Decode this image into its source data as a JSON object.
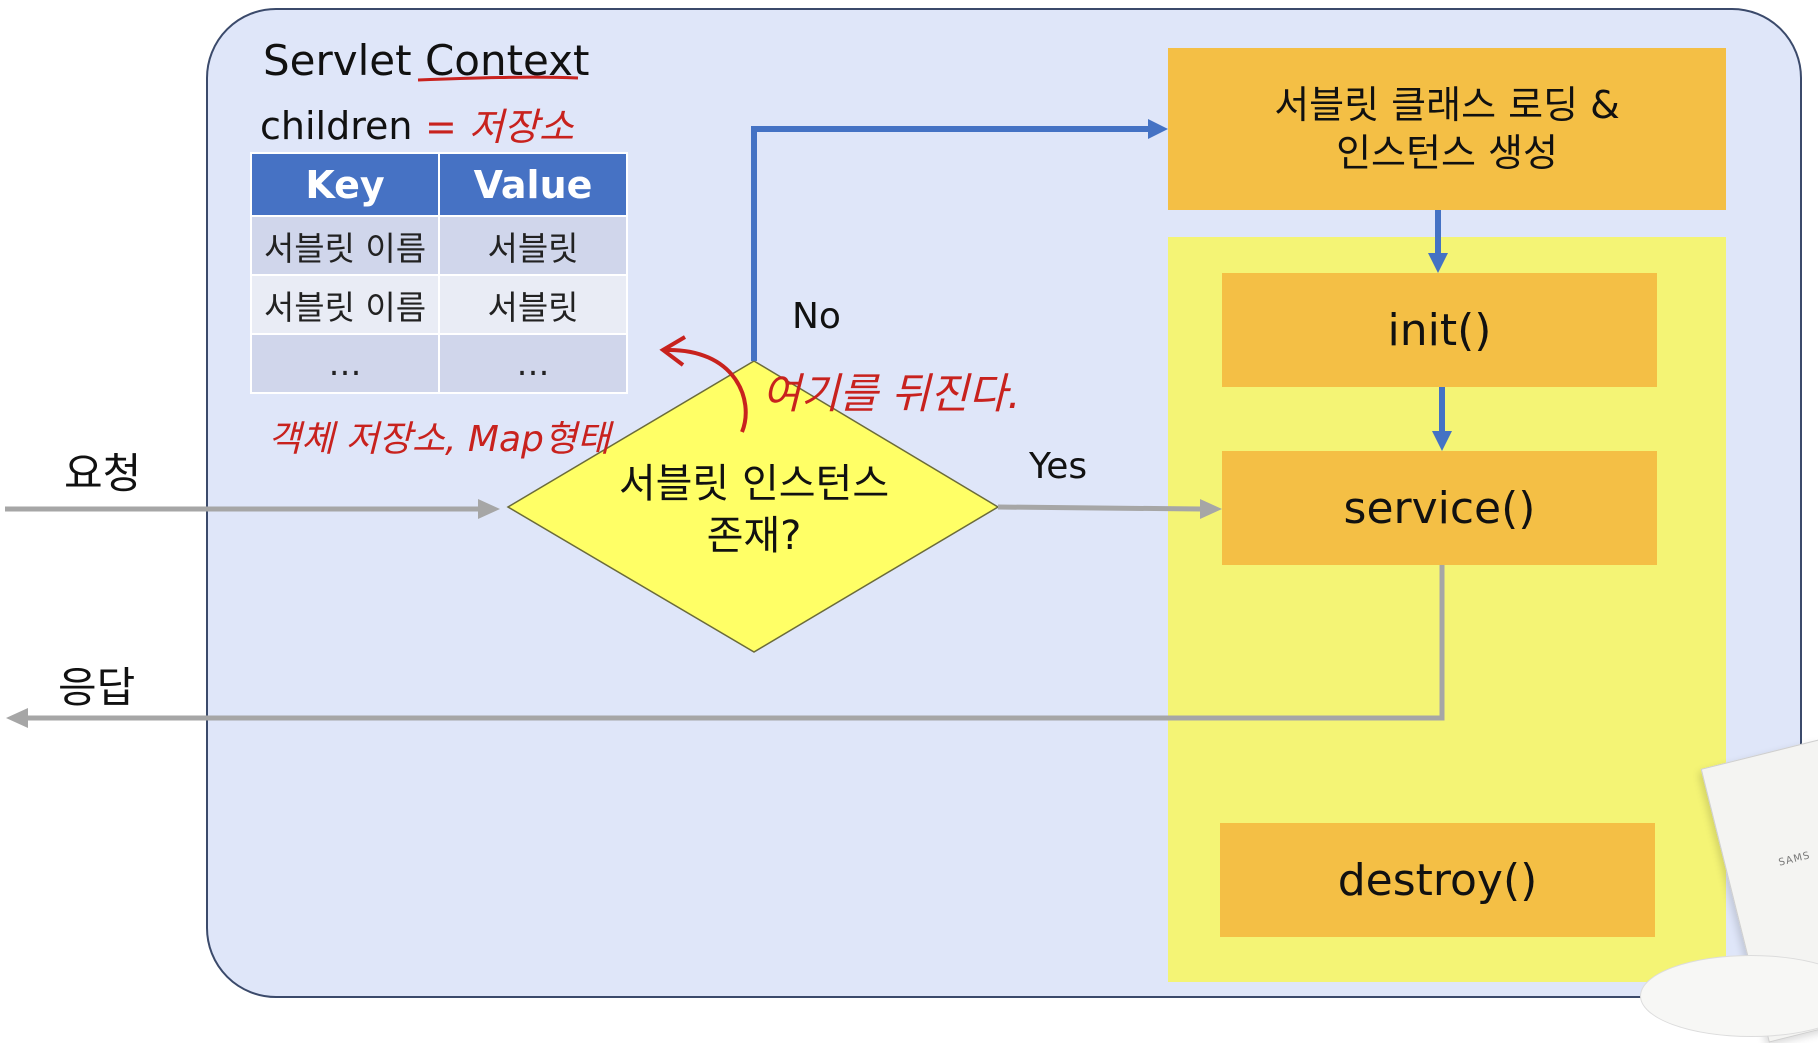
{
  "context": {
    "title": "Servlet Context",
    "children_label": "children"
  },
  "table": {
    "headers": [
      "Key",
      "Value"
    ],
    "rows": [
      [
        "서블릿 이름",
        "서블릿"
      ],
      [
        "서블릿 이름",
        "서블릿"
      ],
      [
        "…",
        "…"
      ]
    ]
  },
  "flow": {
    "request": "요청",
    "response": "응답",
    "decision_line1": "서블릿 인스턴스",
    "decision_line2": "존재?",
    "no": "No",
    "yes": "Yes",
    "load_line1": "서블릿 클래스 로딩 &",
    "load_line2": "인스턴스 생성",
    "init": "init()",
    "service": "service()",
    "destroy": "destroy()"
  },
  "annotations": {
    "storage": "= 저장소",
    "object_storage": "객체 저장소, Map형태",
    "search_here": "여기를 뒤진다."
  },
  "device_label": "SAMS",
  "colors": {
    "context_bg": "#dfe6f9",
    "table_header": "#4672c4",
    "orange": "#f4bf45",
    "yellow": "#f4f475",
    "decision": "#ffff66",
    "blue_arrow": "#4472c4",
    "gray_arrow": "#a6a6a6",
    "handwriting": "#c8221e"
  }
}
